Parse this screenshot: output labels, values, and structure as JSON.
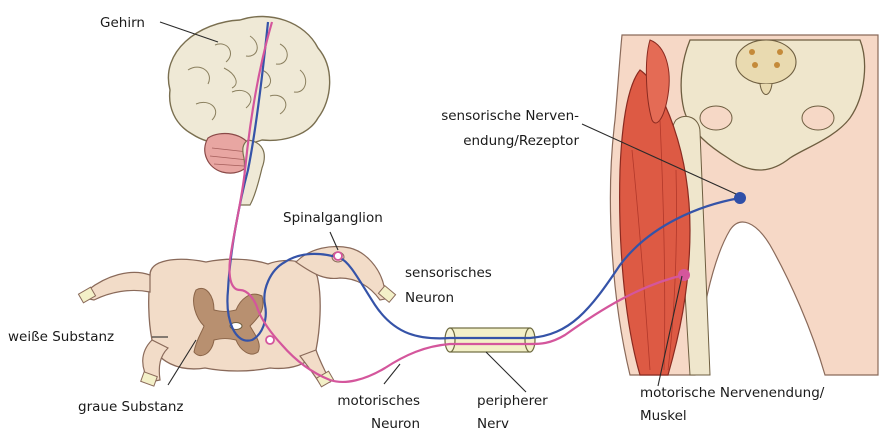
{
  "labels": {
    "brain": "Gehirn",
    "receptor_line1": "sensorische Nerven-",
    "receptor_line2": "endung/Rezeptor",
    "spinal_ganglion": "Spinalganglion",
    "sensory_neuron_line1": "sensorisches",
    "sensory_neuron_line2": "Neuron",
    "white_matter": "weiße Substanz",
    "grey_matter": "graue Substanz",
    "motor_neuron_line1": "motorisches",
    "motor_neuron_line2": "Neuron",
    "peripheral_nerve_line1": "peripherer",
    "peripheral_nerve_line2": "Nerv",
    "motor_ending_line1": "motorische Nervenendung/",
    "motor_ending_line2": "Muskel"
  },
  "colors": {
    "sensory": "#3553a8",
    "motor": "#d4569c",
    "brain": "#efe9d6",
    "spinal_white": "#f2dcc8",
    "spinal_grey": "#b89070",
    "muscle": "#dd5a44",
    "skin": "#f6d8c6",
    "bone": "#efe6cc",
    "nerve_sheath": "#f3f0c8"
  }
}
